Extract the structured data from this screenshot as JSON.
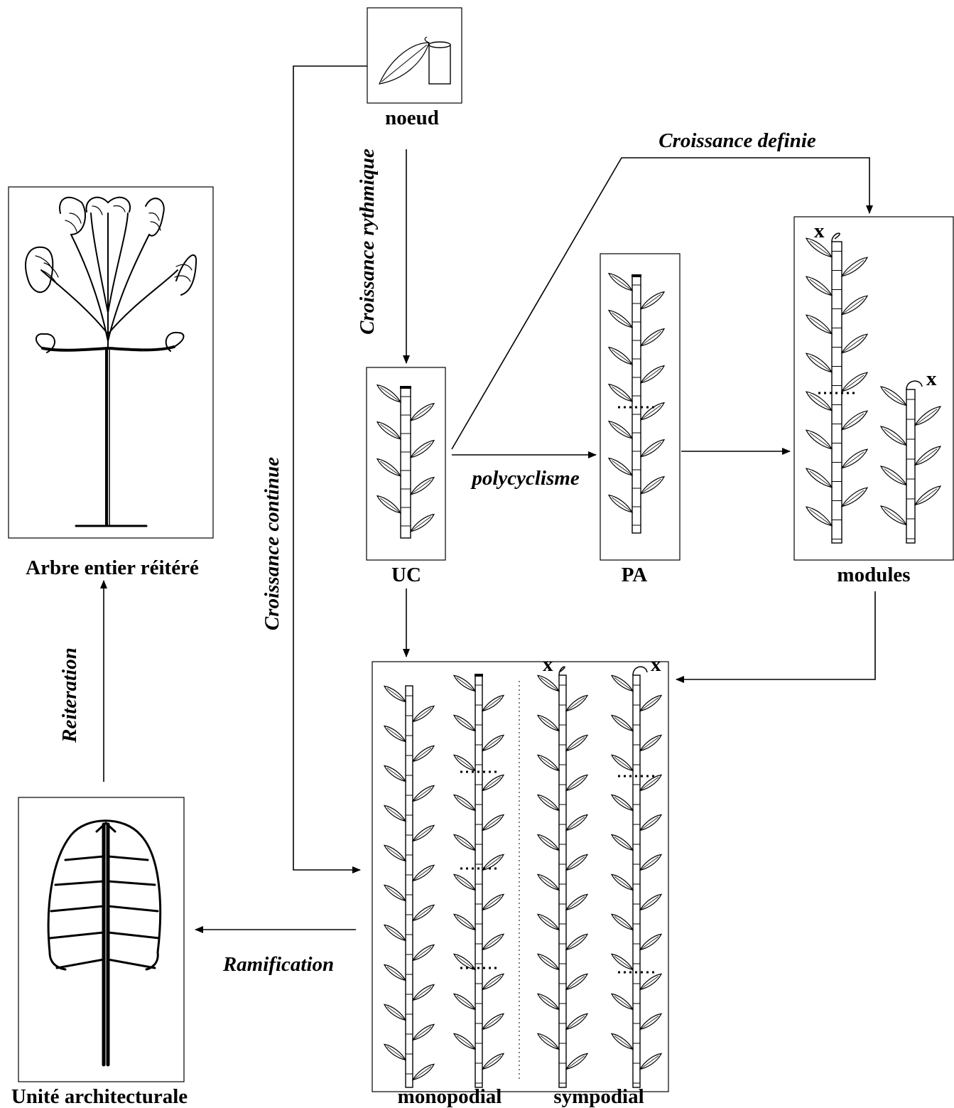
{
  "nodes": {
    "noeud": "noeud",
    "uc": "UC",
    "pa": "PA",
    "modules": "modules",
    "arbre": "Arbre entier réitéré",
    "unite": "Unité architecturale",
    "monopodial": "monopodial",
    "sympodial": "sympodial"
  },
  "edges": {
    "croissance_rythmique": "Croissance rythmique",
    "croissance_definie": "Croissance definie",
    "polycyclisme": "polycyclisme",
    "croissance_continue": "Croissance continue",
    "reiteration": "Reiteration",
    "ramification": "Ramification"
  },
  "markers": {
    "terminal": "x"
  }
}
